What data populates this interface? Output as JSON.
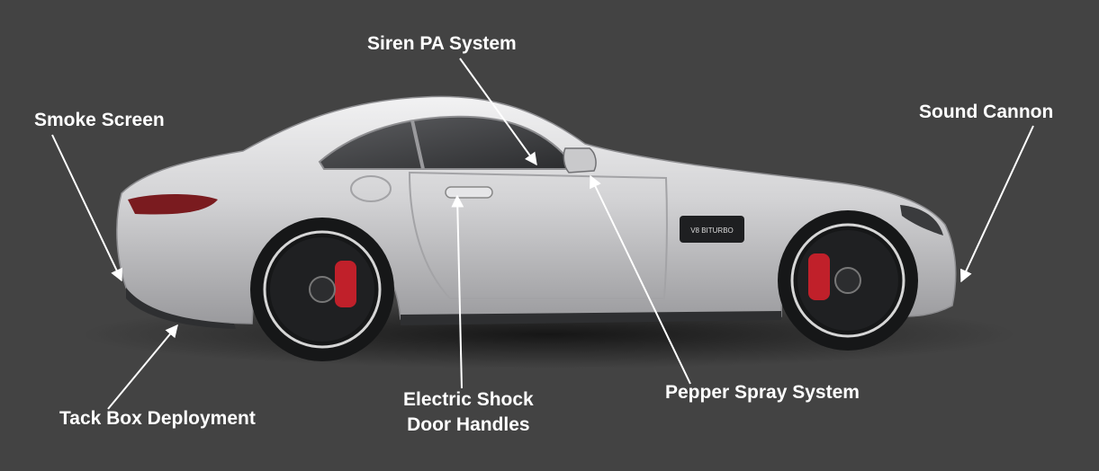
{
  "background_color": "#434343",
  "label_color": "#ffffff",
  "car": {
    "body_color": "#cfcfd1",
    "caliper_color": "#c0202a",
    "badge_text": "V8 BITURBO"
  },
  "labels": {
    "siren": "Siren PA System",
    "smoke": "Smoke Screen",
    "sound": "Sound Cannon",
    "tack": "Tack Box Deployment",
    "shock_line1": "Electric Shock",
    "shock_line2": "Door Handles",
    "pepper": "Pepper Spray System"
  }
}
